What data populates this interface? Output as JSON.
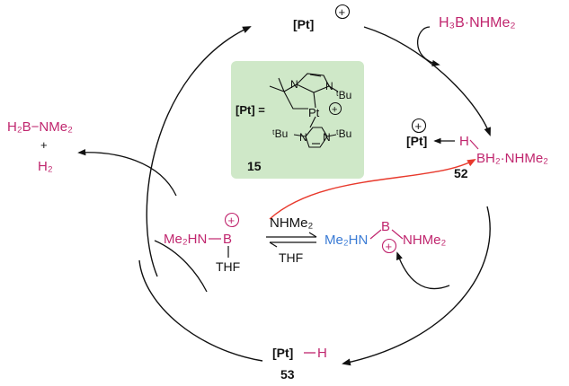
{
  "colors": {
    "magenta": "#c0266e",
    "blue": "#3a7bd5",
    "red_arrow": "#e8392c",
    "green_box": "#cfe8c8",
    "black": "#111111"
  },
  "top_catalyst": {
    "label": "[Pt]",
    "charge": "+"
  },
  "reagent_in": {
    "label": "H₃B·NHMe₂"
  },
  "species_52": {
    "pt_label": "[Pt]",
    "charge": "+",
    "h_label": "H",
    "bh_label": "BH₂·NHMe₂",
    "number": "52"
  },
  "species_53": {
    "pt_label": "[Pt]",
    "h_label": "H",
    "number": "53"
  },
  "products_out": {
    "line1": "H₂B−NMe₂",
    "plus": "+",
    "line2": "H₂"
  },
  "catalyst_box": {
    "pt_equals": "[Pt] =",
    "tbu_upper": "ᵗBu",
    "tbu_left": "ᵗBu",
    "tbu_right": "ᵗBu",
    "pt_atom": "Pt",
    "charge": "+",
    "n_label": "N",
    "number": "15"
  },
  "borenium": {
    "prefix": "Me₂HN",
    "boron": "B",
    "charge": "+",
    "ligand": "THF"
  },
  "equilibrium": {
    "reagent": "NHMe₂",
    "leaving": "THF"
  },
  "boronium": {
    "left": "Me₂HN",
    "boron": "B",
    "charge": "+",
    "right": "NHMe₂"
  }
}
